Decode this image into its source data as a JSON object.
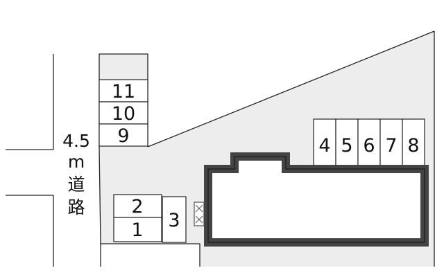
{
  "road": {
    "width": "4.5",
    "unit": "m",
    "char1": "道",
    "char2": "路"
  },
  "parking_slots": [
    {
      "number": "11"
    },
    {
      "number": "10"
    },
    {
      "number": "9"
    },
    {
      "number": "2"
    },
    {
      "number": "1"
    },
    {
      "number": "3"
    },
    {
      "number": "4"
    },
    {
      "number": "5"
    },
    {
      "number": "6"
    },
    {
      "number": "7"
    },
    {
      "number": "8"
    }
  ],
  "colors": {
    "lot_fill": "#ededed",
    "line": "#222222",
    "building_wall": "#444444",
    "slot_fill": "#ffffff"
  },
  "icons": {
    "bicycle_area": "cross-hatch-marker"
  }
}
